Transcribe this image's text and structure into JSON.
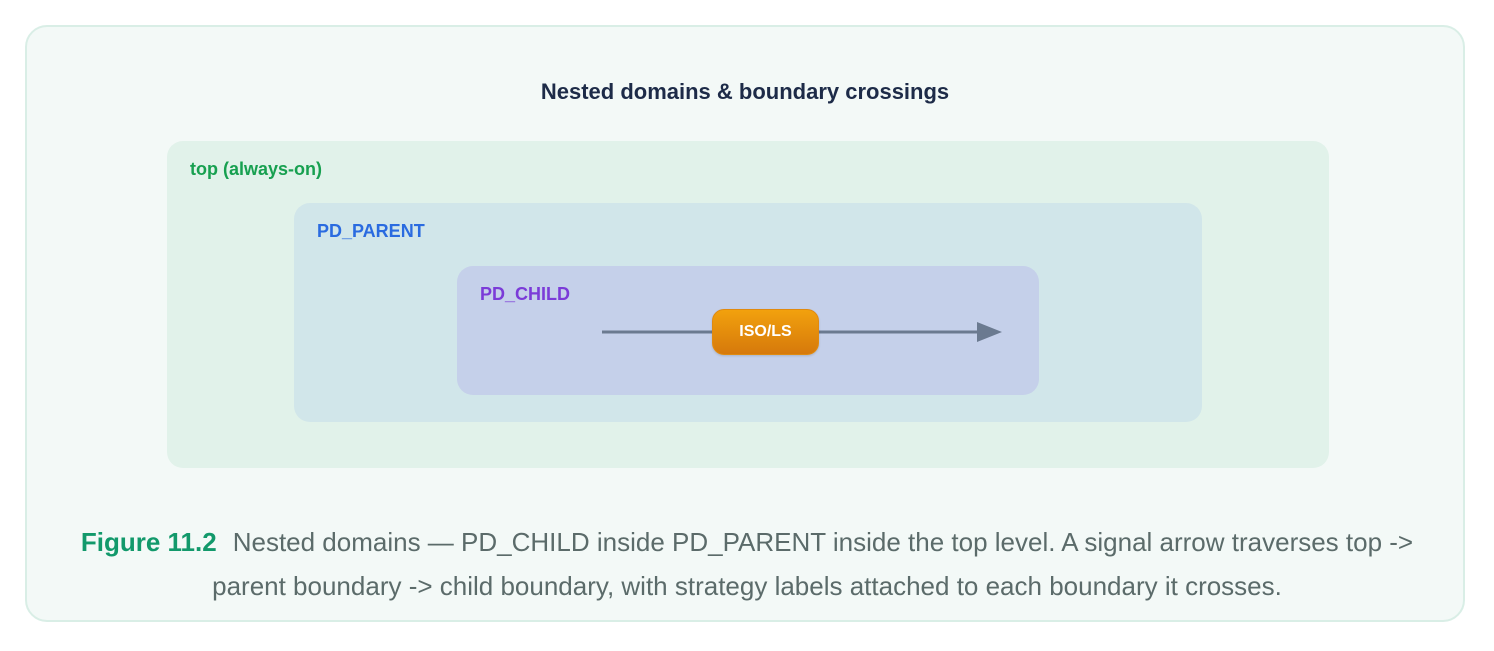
{
  "title": "Nested domains & boundary crossings",
  "domains": {
    "top": {
      "label": "top (always-on)",
      "color": "#17a050"
    },
    "parent": {
      "label": "PD_PARENT",
      "color": "#2a6be0"
    },
    "child": {
      "label": "PD_CHILD",
      "color": "#7b3bd8"
    }
  },
  "strategy_label": "ISO/LS",
  "caption": {
    "figure_number": "Figure 11.2",
    "text": "Nested domains — PD_CHILD inside PD_PARENT inside the top level. A signal arrow traverses top -> parent boundary -> child boundary, with strategy labels attached to each boundary it crosses."
  }
}
